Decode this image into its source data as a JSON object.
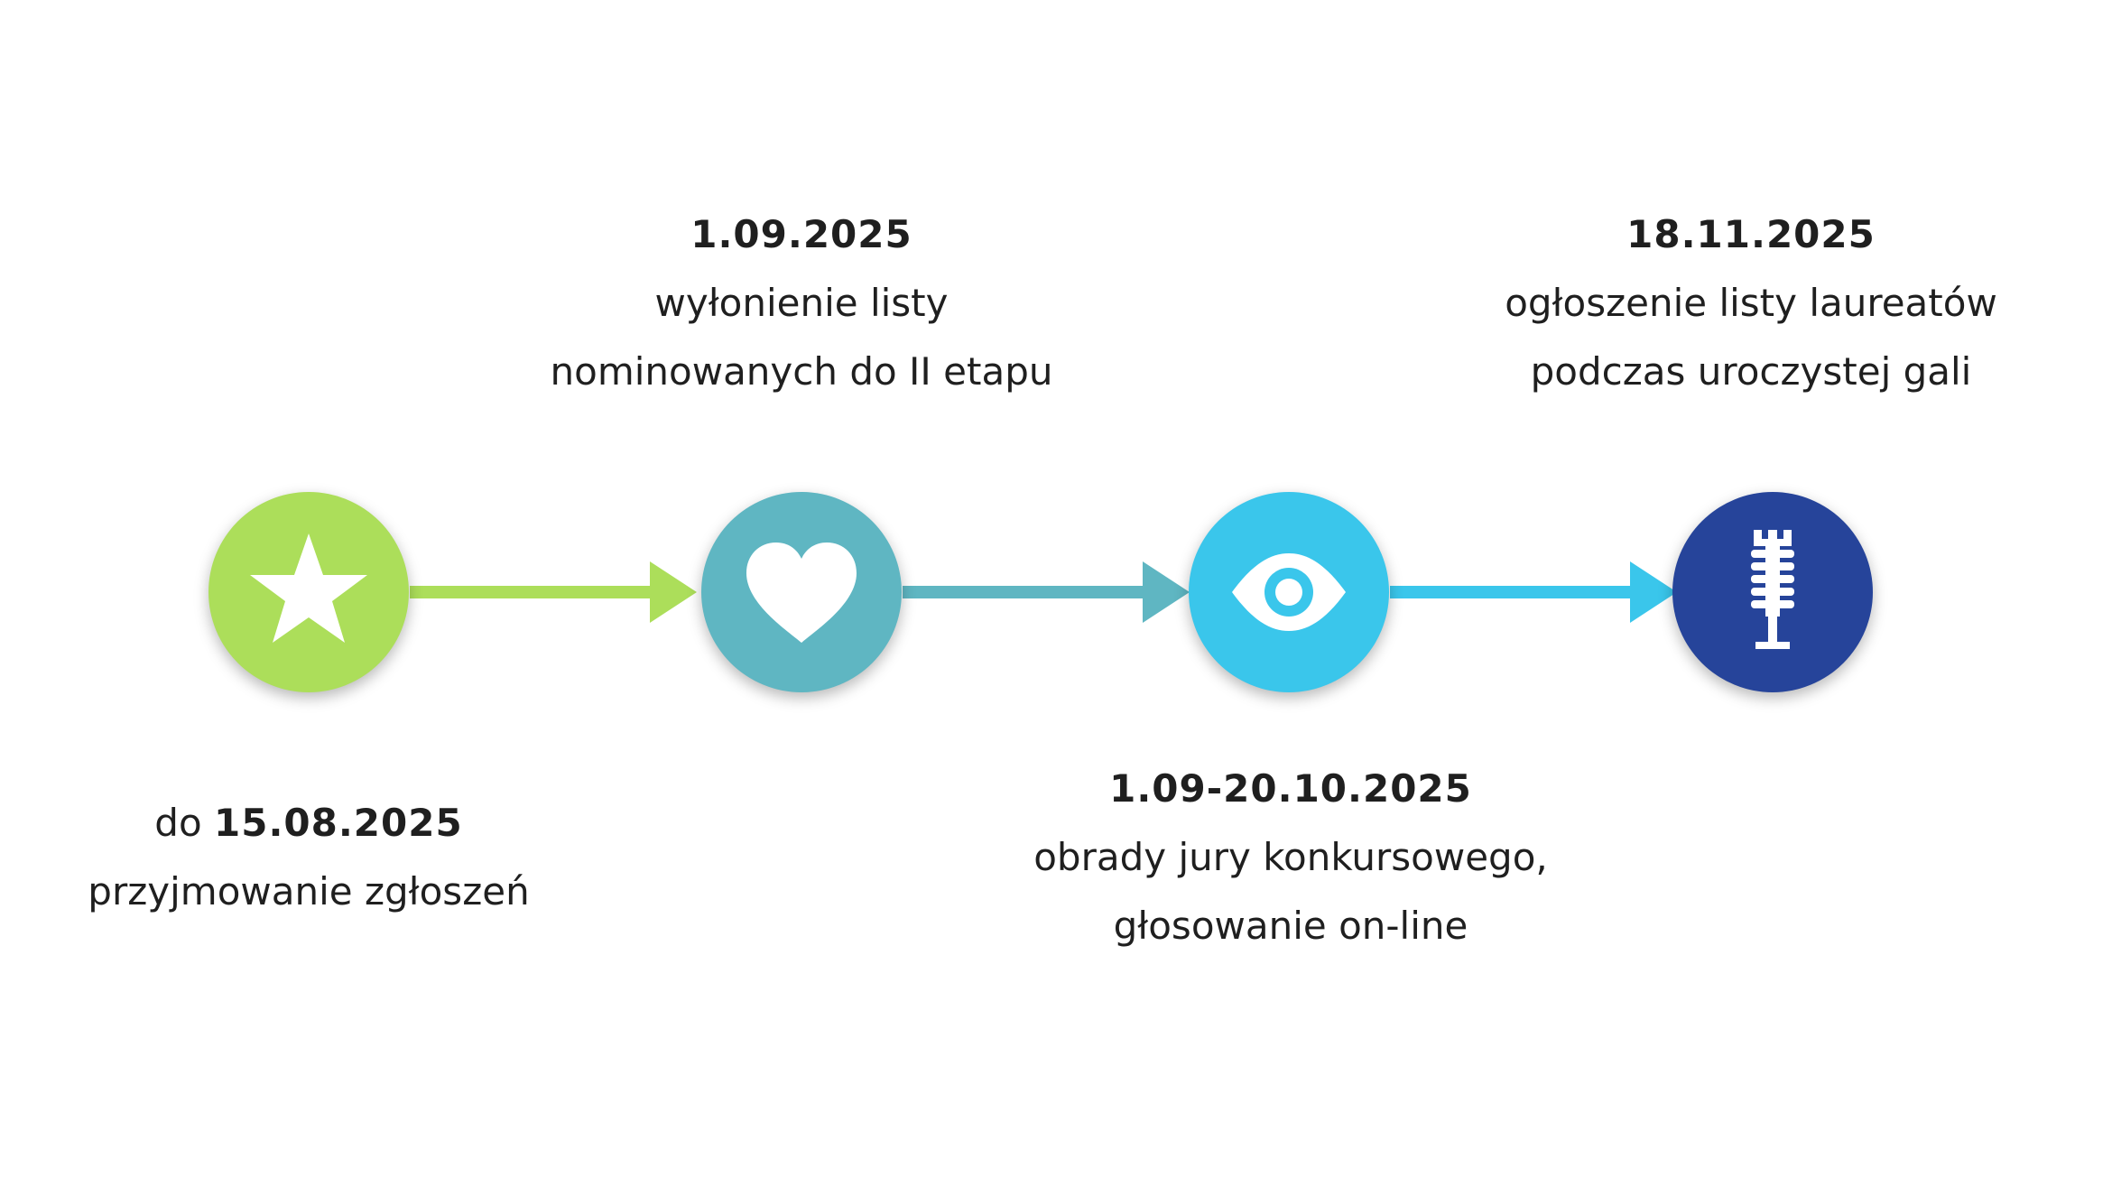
{
  "steps": [
    {
      "prefix": "do ",
      "date": "15.08.2025",
      "lines": [
        "przyjmowanie zgłoszeń"
      ],
      "color": "#acde5a",
      "icon": "star-icon"
    },
    {
      "prefix": "",
      "date": "1.09.2025",
      "lines": [
        "wyłonienie listy",
        "nominowanych do II etapu"
      ],
      "color": "#5fb6c2",
      "icon": "heart-icon"
    },
    {
      "prefix": "",
      "date": "1.09-20.10.2025",
      "lines": [
        "obrady jury konkursowego,",
        "głosowanie on-line"
      ],
      "color": "#3ac6eb",
      "icon": "eye-icon"
    },
    {
      "prefix": "",
      "date": "18.11.2025",
      "lines": [
        "ogłoszenie listy laureatów",
        "podczas uroczystej gali"
      ],
      "color": "#26449a",
      "icon": "tower-icon"
    }
  ],
  "arrow_colors": [
    "#acde5a",
    "#5fb6c2",
    "#3ac6eb"
  ]
}
